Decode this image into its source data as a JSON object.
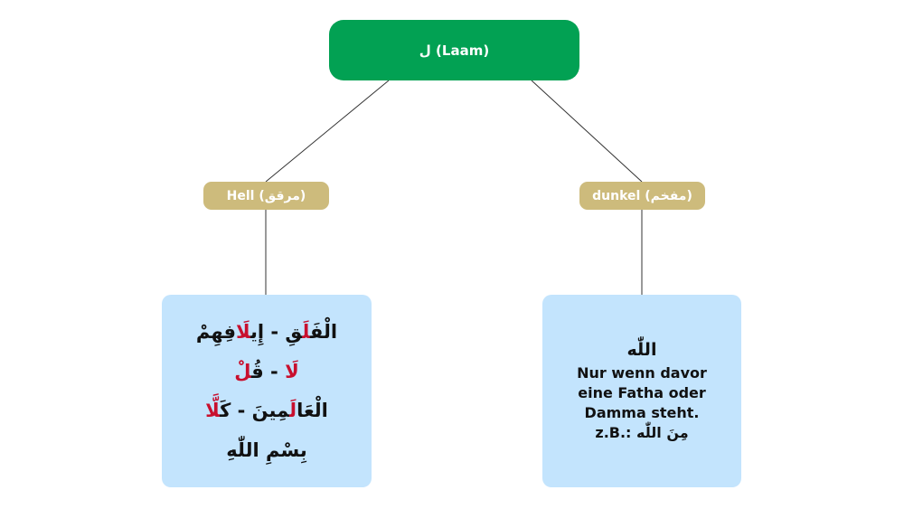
{
  "root": {
    "label": "ل (Laam)"
  },
  "left_branch": {
    "label": "Hell (مرقق)",
    "examples": [
      {
        "parts": [
          {
            "text": "الْفَ",
            "highlight": false
          },
          {
            "text": "لَ",
            "highlight": true
          },
          {
            "text": "قِ - إِي",
            "highlight": false
          },
          {
            "text": "لَا",
            "highlight": true
          },
          {
            "text": "فِهِمْ",
            "highlight": false
          }
        ]
      },
      {
        "parts": [
          {
            "text": "لَا",
            "highlight": true
          },
          {
            "text": " - قُ",
            "highlight": false
          },
          {
            "text": "لْ",
            "highlight": true
          }
        ]
      },
      {
        "parts": [
          {
            "text": "الْعَا",
            "highlight": false
          },
          {
            "text": "لَ",
            "highlight": true
          },
          {
            "text": "مِينَ - كَ",
            "highlight": false
          },
          {
            "text": "لَّا",
            "highlight": true
          }
        ]
      },
      {
        "parts": [
          {
            "text": "بِسْمِ اللّٰهِ",
            "highlight": false
          }
        ]
      }
    ]
  },
  "right_branch": {
    "label": "dunkel (مفخم)",
    "word": "اللّٰه",
    "description": [
      "Nur wenn davor",
      "eine Fatha oder",
      "Damma steht.",
      "z.B.: مِنَ اللّٰه"
    ]
  },
  "colors": {
    "root": "#02a153",
    "pill": "#cdbb7c",
    "box": "#c3e4fd",
    "highlight": "#c8102e"
  }
}
